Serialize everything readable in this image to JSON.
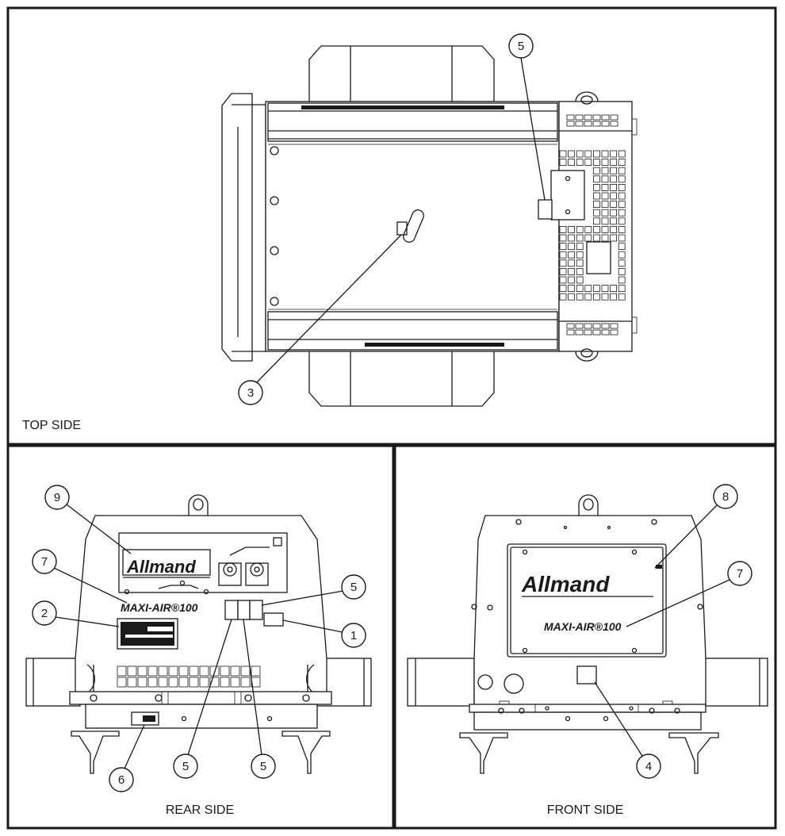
{
  "panels": {
    "top": {
      "label": "TOP SIDE"
    },
    "rear": {
      "label": "REAR SIDE"
    },
    "front": {
      "label": "FRONT SIDE"
    }
  },
  "brand": {
    "logo_text": "Allmand",
    "model_text": "MAXI-AIR®100"
  },
  "callouts": {
    "top_5": "5",
    "top_3": "3",
    "rear_9": "9",
    "rear_7": "7",
    "rear_2": "2",
    "rear_5a": "5",
    "rear_1": "1",
    "rear_6": "6",
    "rear_5b": "5",
    "rear_5c": "5",
    "front_8": "8",
    "front_7": "7",
    "front_4": "4"
  }
}
